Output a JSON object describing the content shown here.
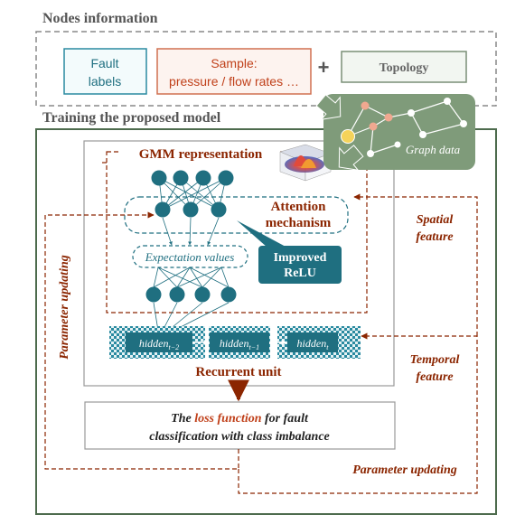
{
  "nodes_section": {
    "title": "Nodes information",
    "fault_labels": [
      "Fault",
      "labels"
    ],
    "sample": [
      "Sample:",
      "pressure / flow rates …"
    ],
    "plus": "+",
    "topology": "Topology"
  },
  "training_section": {
    "title": "Training the proposed model",
    "graph_data": "Graph data",
    "gmm": "GMM representation",
    "attention": [
      "Attention",
      "mechanism"
    ],
    "expectation": "Expectation values",
    "improved_relu": [
      "Improved",
      "ReLU"
    ],
    "hidden_base": "hidden",
    "hidden_subs": [
      "t−2",
      "t−1",
      "t"
    ],
    "recurrent": "Recurrent unit",
    "spatial": [
      "Spatial",
      "feature"
    ],
    "temporal": [
      "Temporal",
      "feature"
    ],
    "param_left": "Parameter updating",
    "param_bottom": "Parameter updating",
    "loss": {
      "line1_pre": "The ",
      "line1_hl": "loss function",
      "line1_post": " for fault",
      "line2": "classification with class imbalance"
    }
  },
  "colors": {
    "teal": "#1f6f80",
    "dark_red": "#8b2500",
    "gray_frame": "#4d6b4d",
    "graph_bg": "#7f9b7a"
  }
}
